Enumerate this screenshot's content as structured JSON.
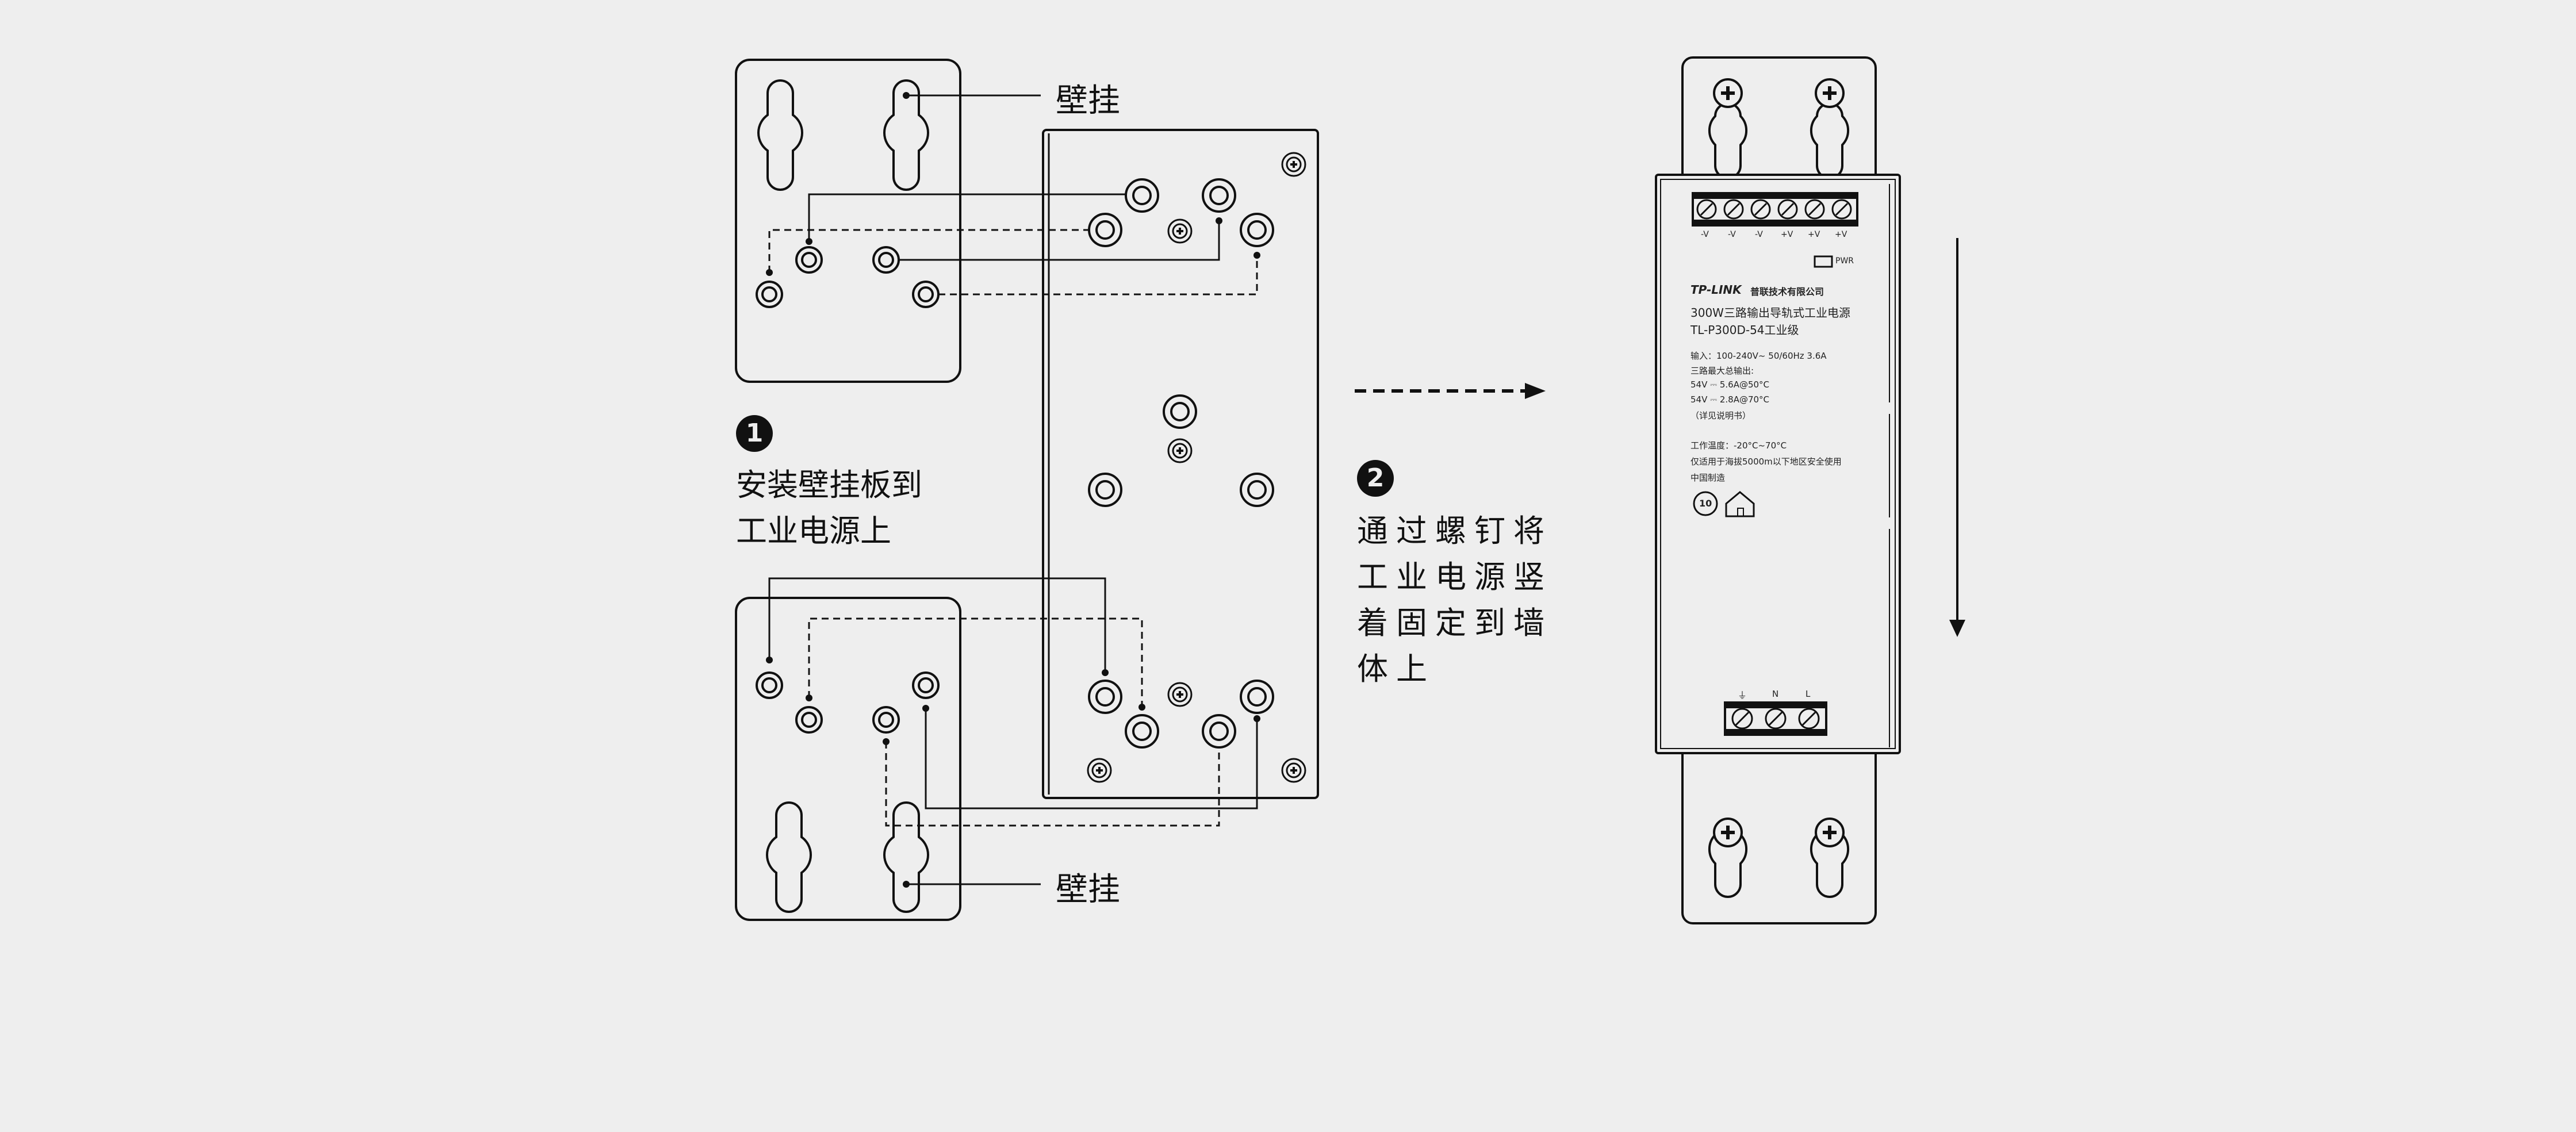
{
  "labels": {
    "wall_mount_top": "壁挂",
    "wall_mount_bottom": "壁挂"
  },
  "steps": [
    {
      "number": "1",
      "text": "安装壁挂板到\n工业电源上"
    },
    {
      "number": "2",
      "text": "通过螺钉将\n工业电源竖\n着固定到墙\n体上"
    }
  ],
  "device": {
    "brand": "TP-LINK",
    "brand_cn": "普联技术有限公司",
    "product_line": "300W三路输出导轨式工业电源",
    "model": "TL-P300D-54工业级",
    "terminals_top": [
      "-V",
      "-V",
      "-V",
      "+V",
      "+V",
      "+V"
    ],
    "pwr_label": "PWR",
    "specs": [
      "输入：100-240V~ 50/60Hz 3.6A",
      "三路最大总输出:",
      "54V ⎓ 5.6A@50°C",
      "54V ⎓ 2.8A@70°C",
      "（详见说明书）"
    ],
    "env": [
      "工作温度：-20°C~70°C",
      "仅适用于海拔5000m以下地区安全使用",
      "中国制造"
    ],
    "terminals_bottom": [
      "⏚",
      "N",
      "L"
    ],
    "cert_mark": "10"
  },
  "colors": {
    "background": "#eeeeee",
    "line": "#111111",
    "panel_fill": "#eeeeee"
  }
}
